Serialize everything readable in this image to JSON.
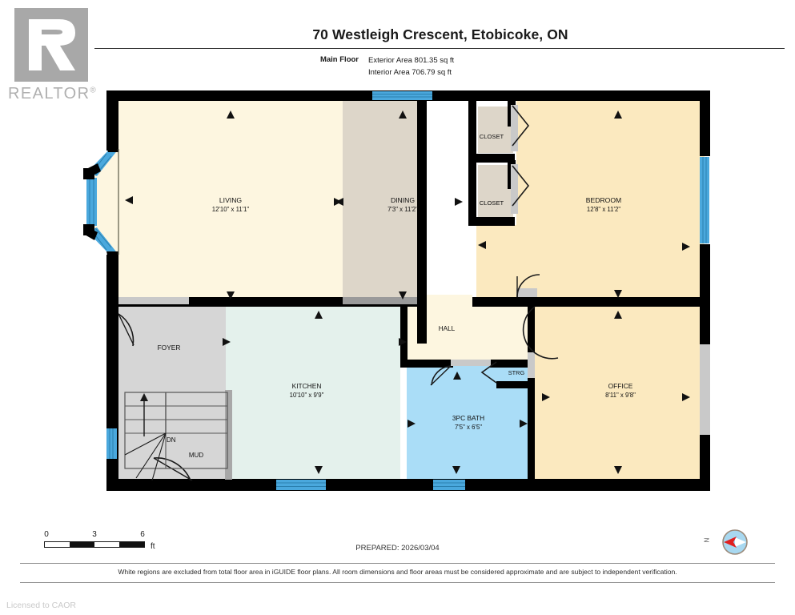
{
  "brand": {
    "logo_name": "realtor-logo",
    "wordmark": "REALTOR",
    "registered_mark": "®"
  },
  "header": {
    "title": "70 Westleigh Crescent, Etobicoke, ON",
    "floor_label": "Main Floor",
    "exterior_area": "Exterior Area 801.35 sq ft",
    "interior_area": "Interior Area 706.79 sq ft"
  },
  "footer": {
    "prepared": "PREPARED: 2026/03/04",
    "disclaimer": "White regions are excluded from total floor area in iGUIDE floor plans. All room dimensions and floor areas must be considered approximate and are subject to independent verification.",
    "licensed": "Licensed to CAOR"
  },
  "scale": {
    "ticks": [
      "0",
      "3",
      "6"
    ],
    "unit": "ft"
  },
  "compass": {
    "label": "N",
    "arrow_color": "#e02020",
    "dial_color": "#a8d8f0"
  },
  "colors": {
    "wall": "#000000",
    "window": "#4aa8dd",
    "living": "#fdf6e0",
    "dining": "#ddd6c9",
    "bedroom": "#fbe9bf",
    "office": "#fbe9bf",
    "kitchen": "#e4f1ec",
    "bath": "#aaddf7",
    "foyer": "#d6d6d6",
    "mud": "#d6d6d6",
    "hall": "#fdf6e0",
    "closet": "#ddd6c9",
    "storage": "#ddd6c9"
  },
  "rooms": [
    {
      "key": "living",
      "name": "LIVING",
      "dims": "12'10\" x 11'1\""
    },
    {
      "key": "dining",
      "name": "DINING",
      "dims": "7'3\" x 11'2\""
    },
    {
      "key": "bedroom",
      "name": "BEDROOM",
      "dims": "12'8\" x 11'2\""
    },
    {
      "key": "closet1",
      "name": "CLOSET",
      "dims": ""
    },
    {
      "key": "closet2",
      "name": "CLOSET",
      "dims": ""
    },
    {
      "key": "foyer",
      "name": "FOYER",
      "dims": ""
    },
    {
      "key": "kitchen",
      "name": "KITCHEN",
      "dims": "10'10\" x 9'9\""
    },
    {
      "key": "mud",
      "name": "MUD",
      "dims": ""
    },
    {
      "key": "hall",
      "name": "HALL",
      "dims": ""
    },
    {
      "key": "strg",
      "name": "STRG",
      "dims": ""
    },
    {
      "key": "bath",
      "name": "3PC BATH",
      "dims": "7'5\" x 6'5\""
    },
    {
      "key": "office",
      "name": "OFFICE",
      "dims": "8'11\" x 9'8\""
    }
  ],
  "stairs": {
    "direction_label": "DN"
  }
}
